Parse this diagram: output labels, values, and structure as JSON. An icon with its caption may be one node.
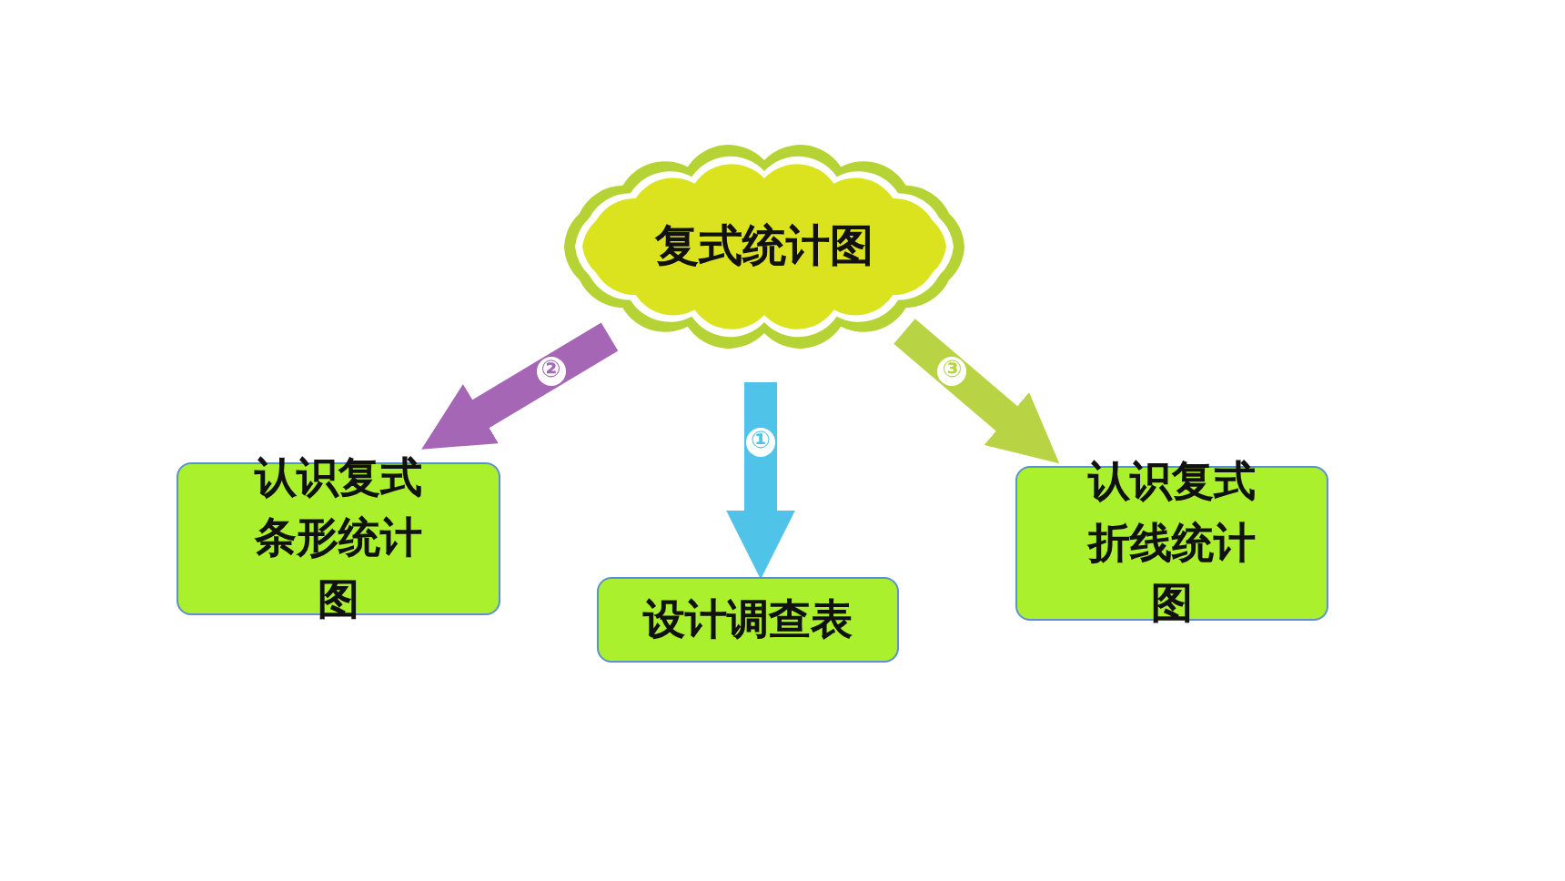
{
  "diagram": {
    "nodes": [
      {
        "text": [
          "复式统计图"
        ]
      },
      {
        "text": [
          "认识复式条形统计图"
        ]
      },
      {
        "text": [
          "设计调查表"
        ]
      },
      {
        "text": [
          "认识复式折线统计图"
        ]
      }
    ],
    "edges": [
      {
        "from": 0,
        "to": 1,
        "arrow": "to",
        "label": "②",
        "color": "#a567b5"
      },
      {
        "from": 0,
        "to": 2,
        "arrow": "to",
        "label": "①",
        "color": "#4fc3e8"
      },
      {
        "from": 0,
        "to": 3,
        "arrow": "to",
        "label": "③",
        "color": "#b8d445"
      }
    ]
  }
}
